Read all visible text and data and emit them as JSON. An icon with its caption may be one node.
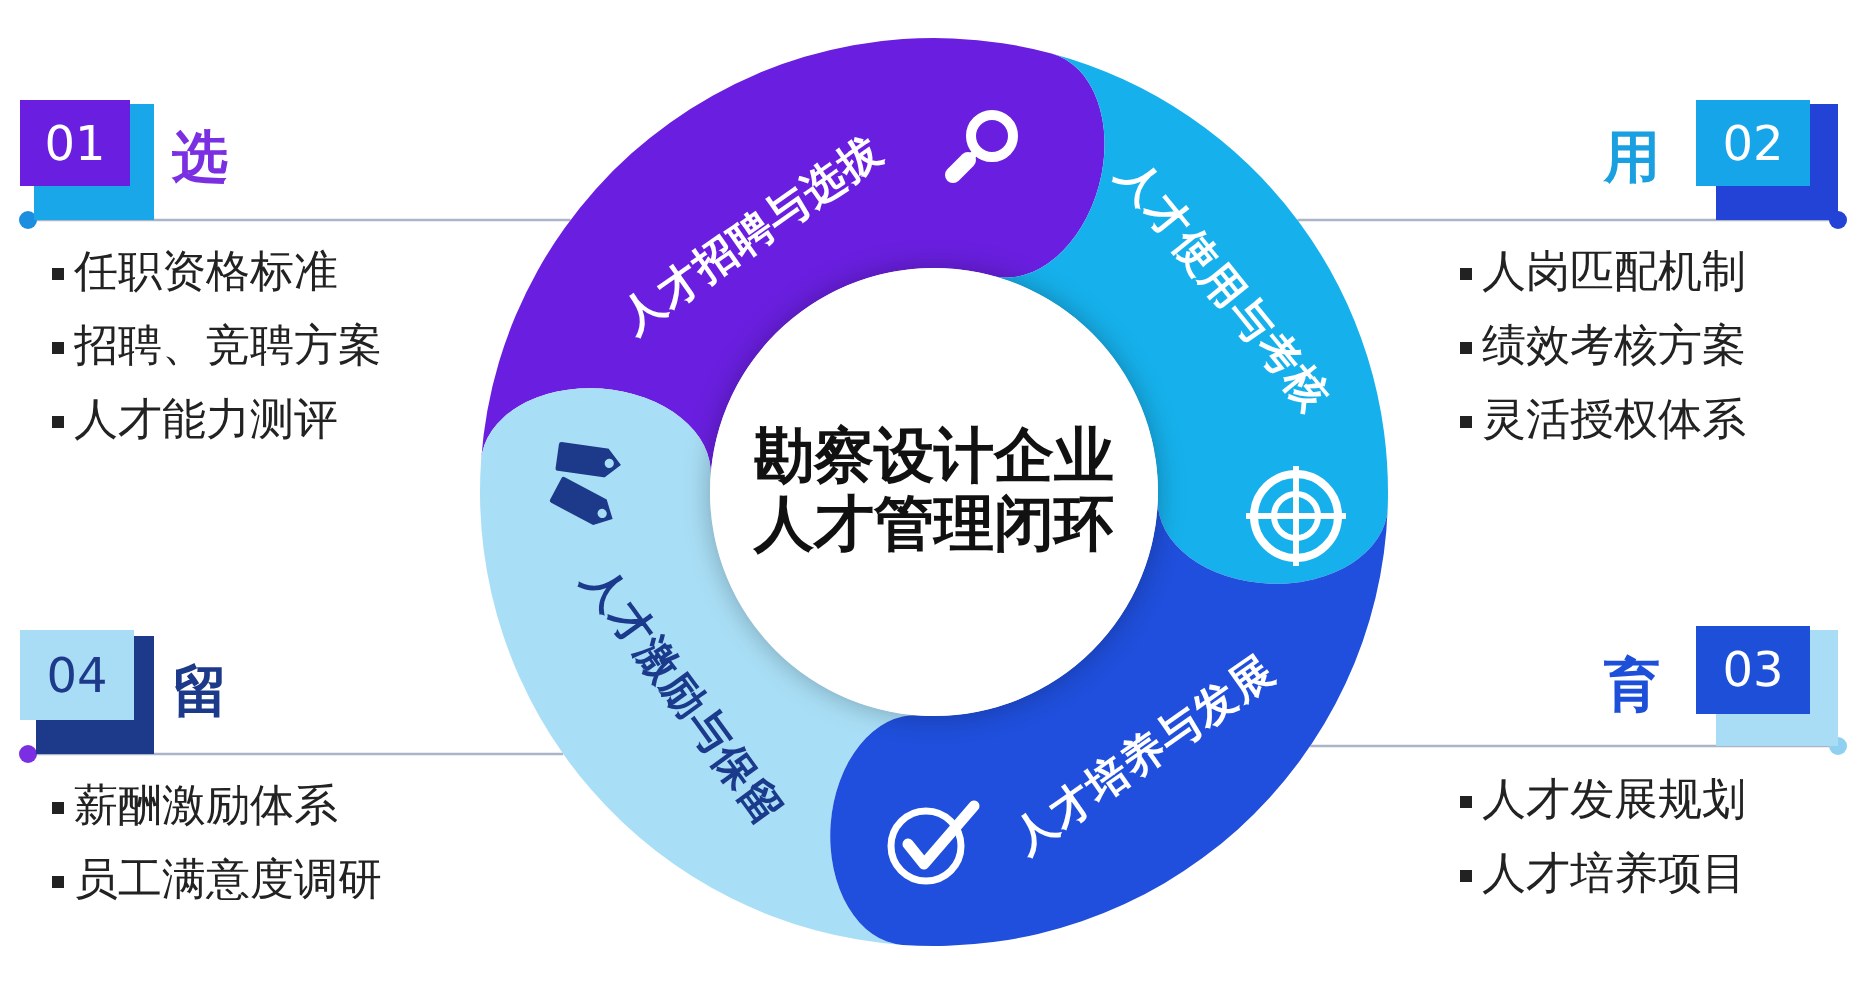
{
  "diagram": {
    "nodes": [
      {
        "text": [
          "01"
        ],
        "beside": [
          "选",
          "任职资格标准",
          "招聘、竞聘方案",
          "人才能力测评"
        ]
      },
      {
        "text": [
          "人才招聘与选拔"
        ]
      },
      {
        "text": [
          "人才使用与考核"
        ]
      },
      {
        "text": [
          "02"
        ],
        "beside": [
          "用",
          "人岗匹配机制",
          "绩效考核方案",
          "灵活授权体系"
        ]
      },
      {
        "text": [
          "勘察设计企业人才管理闭环"
        ]
      },
      {
        "text": [
          "人才激励与保留"
        ]
      },
      {
        "text": [
          "人才培养与发展"
        ]
      },
      {
        "text": [
          "04"
        ],
        "beside": [
          "留",
          "薪酬激励体系",
          "员工满意度调研"
        ]
      },
      {
        "text": [
          "03"
        ],
        "beside": [
          "育",
          "人才发展规划",
          "人才培养项目"
        ]
      }
    ],
    "edges": [
      {
        "from": 0,
        "to": 1,
        "arrow": "other"
      },
      {
        "from": 3,
        "to": 2,
        "arrow": "other"
      },
      {
        "from": 7,
        "to": 5,
        "arrow": "other"
      },
      {
        "from": 8,
        "to": 6,
        "arrow": "other"
      }
    ]
  }
}
